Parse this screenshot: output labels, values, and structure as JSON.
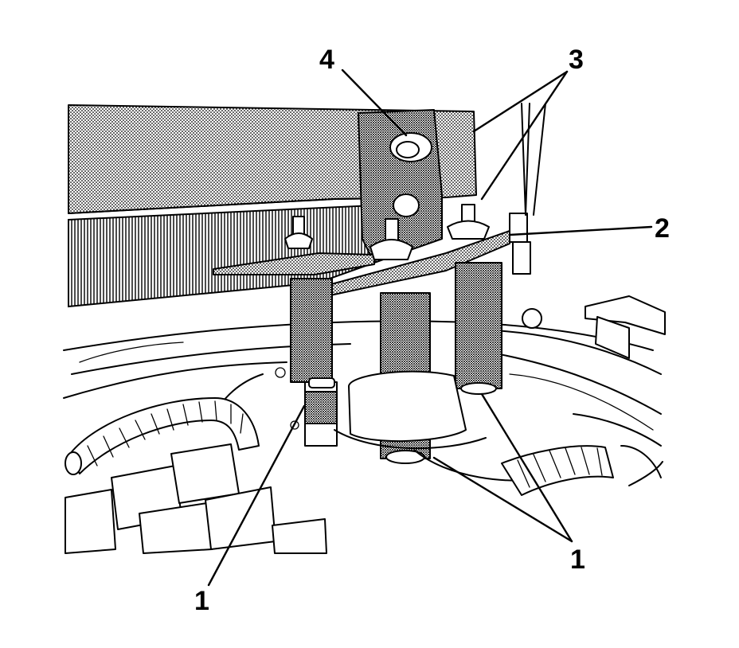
{
  "callouts": [
    {
      "id": "1",
      "text": "1"
    },
    {
      "id": "1b",
      "text": "1"
    },
    {
      "id": "2",
      "text": "2"
    },
    {
      "id": "3",
      "text": "3"
    },
    {
      "id": "4",
      "text": "4"
    }
  ]
}
